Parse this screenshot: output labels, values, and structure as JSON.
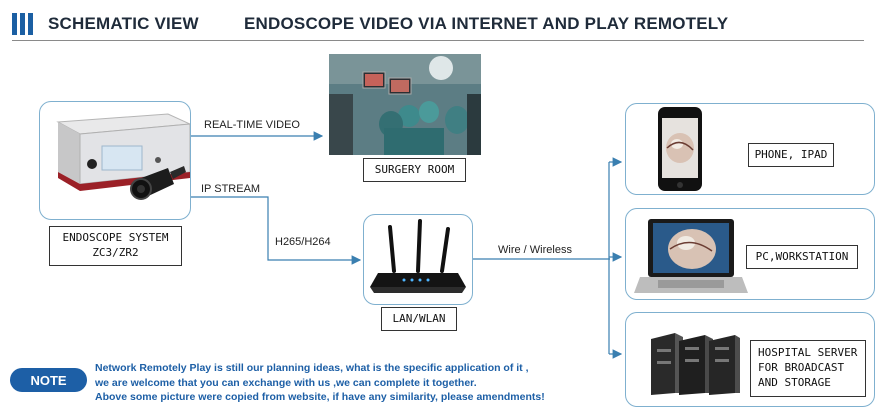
{
  "header": {
    "section_title": "SCHEMATIC VIEW",
    "main_title": "ENDOSCOPE VIDEO VIA INTERNET AND PLAY REMOTELY"
  },
  "nodes": {
    "endoscope": {
      "label_line1": "ENDOSCOPE SYSTEM",
      "label_line2": "ZC3/ZR2"
    },
    "surgery_room": {
      "label": "SURGERY ROOM"
    },
    "router": {
      "label": "LAN/WLAN"
    },
    "phone": {
      "label": "PHONE, IPAD"
    },
    "pc": {
      "label": "PC,WORKSTATION"
    },
    "server": {
      "label_line1": "HOSPITAL SERVER",
      "label_line2": "FOR BROADCAST",
      "label_line3": "AND STORAGE"
    }
  },
  "connections": {
    "realtime": "REAL-TIME VIDEO",
    "ip_stream": "IP STREAM",
    "codec": "H265/H264",
    "wire": "Wire / Wireless"
  },
  "note": {
    "badge": "NOTE",
    "line1": "Network Remotely Play is still our planning ideas, what is the specific application of it ,",
    "line2": "we are welcome that you can exchange with us ,we can complete it together.",
    "line3": "Above some picture were copied from website, if have any similarity, please amendments!"
  },
  "colors": {
    "accent": "#1b5fa3",
    "panel_border": "#7fb0cf",
    "arrow": "#3a7fb0"
  }
}
